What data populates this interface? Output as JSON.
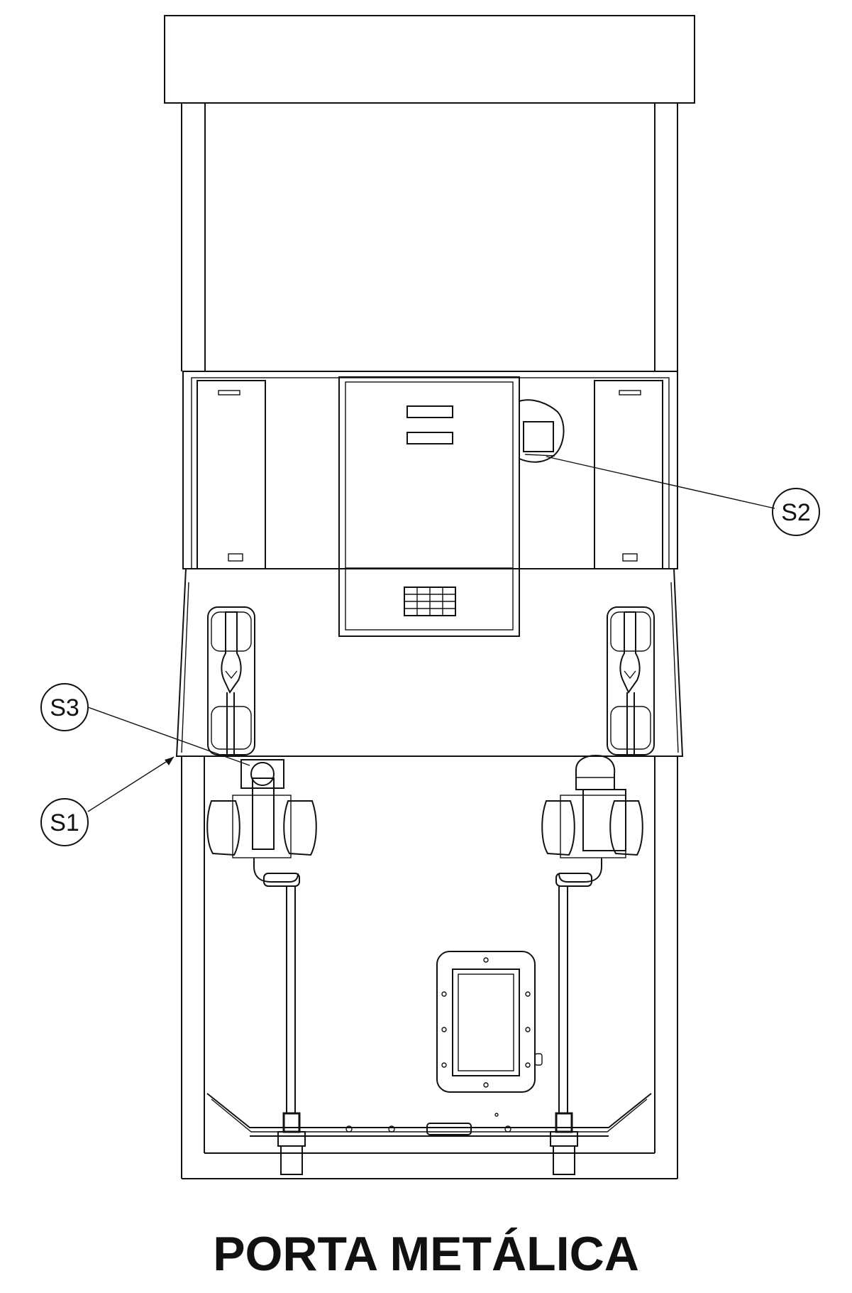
{
  "title": "PORTA METÁLICA",
  "callouts": [
    {
      "id": "s1",
      "label": "S1"
    },
    {
      "id": "s2",
      "label": "S2"
    },
    {
      "id": "s3",
      "label": "S3"
    }
  ],
  "colors": {
    "line": "#111111",
    "background": "#ffffff"
  }
}
